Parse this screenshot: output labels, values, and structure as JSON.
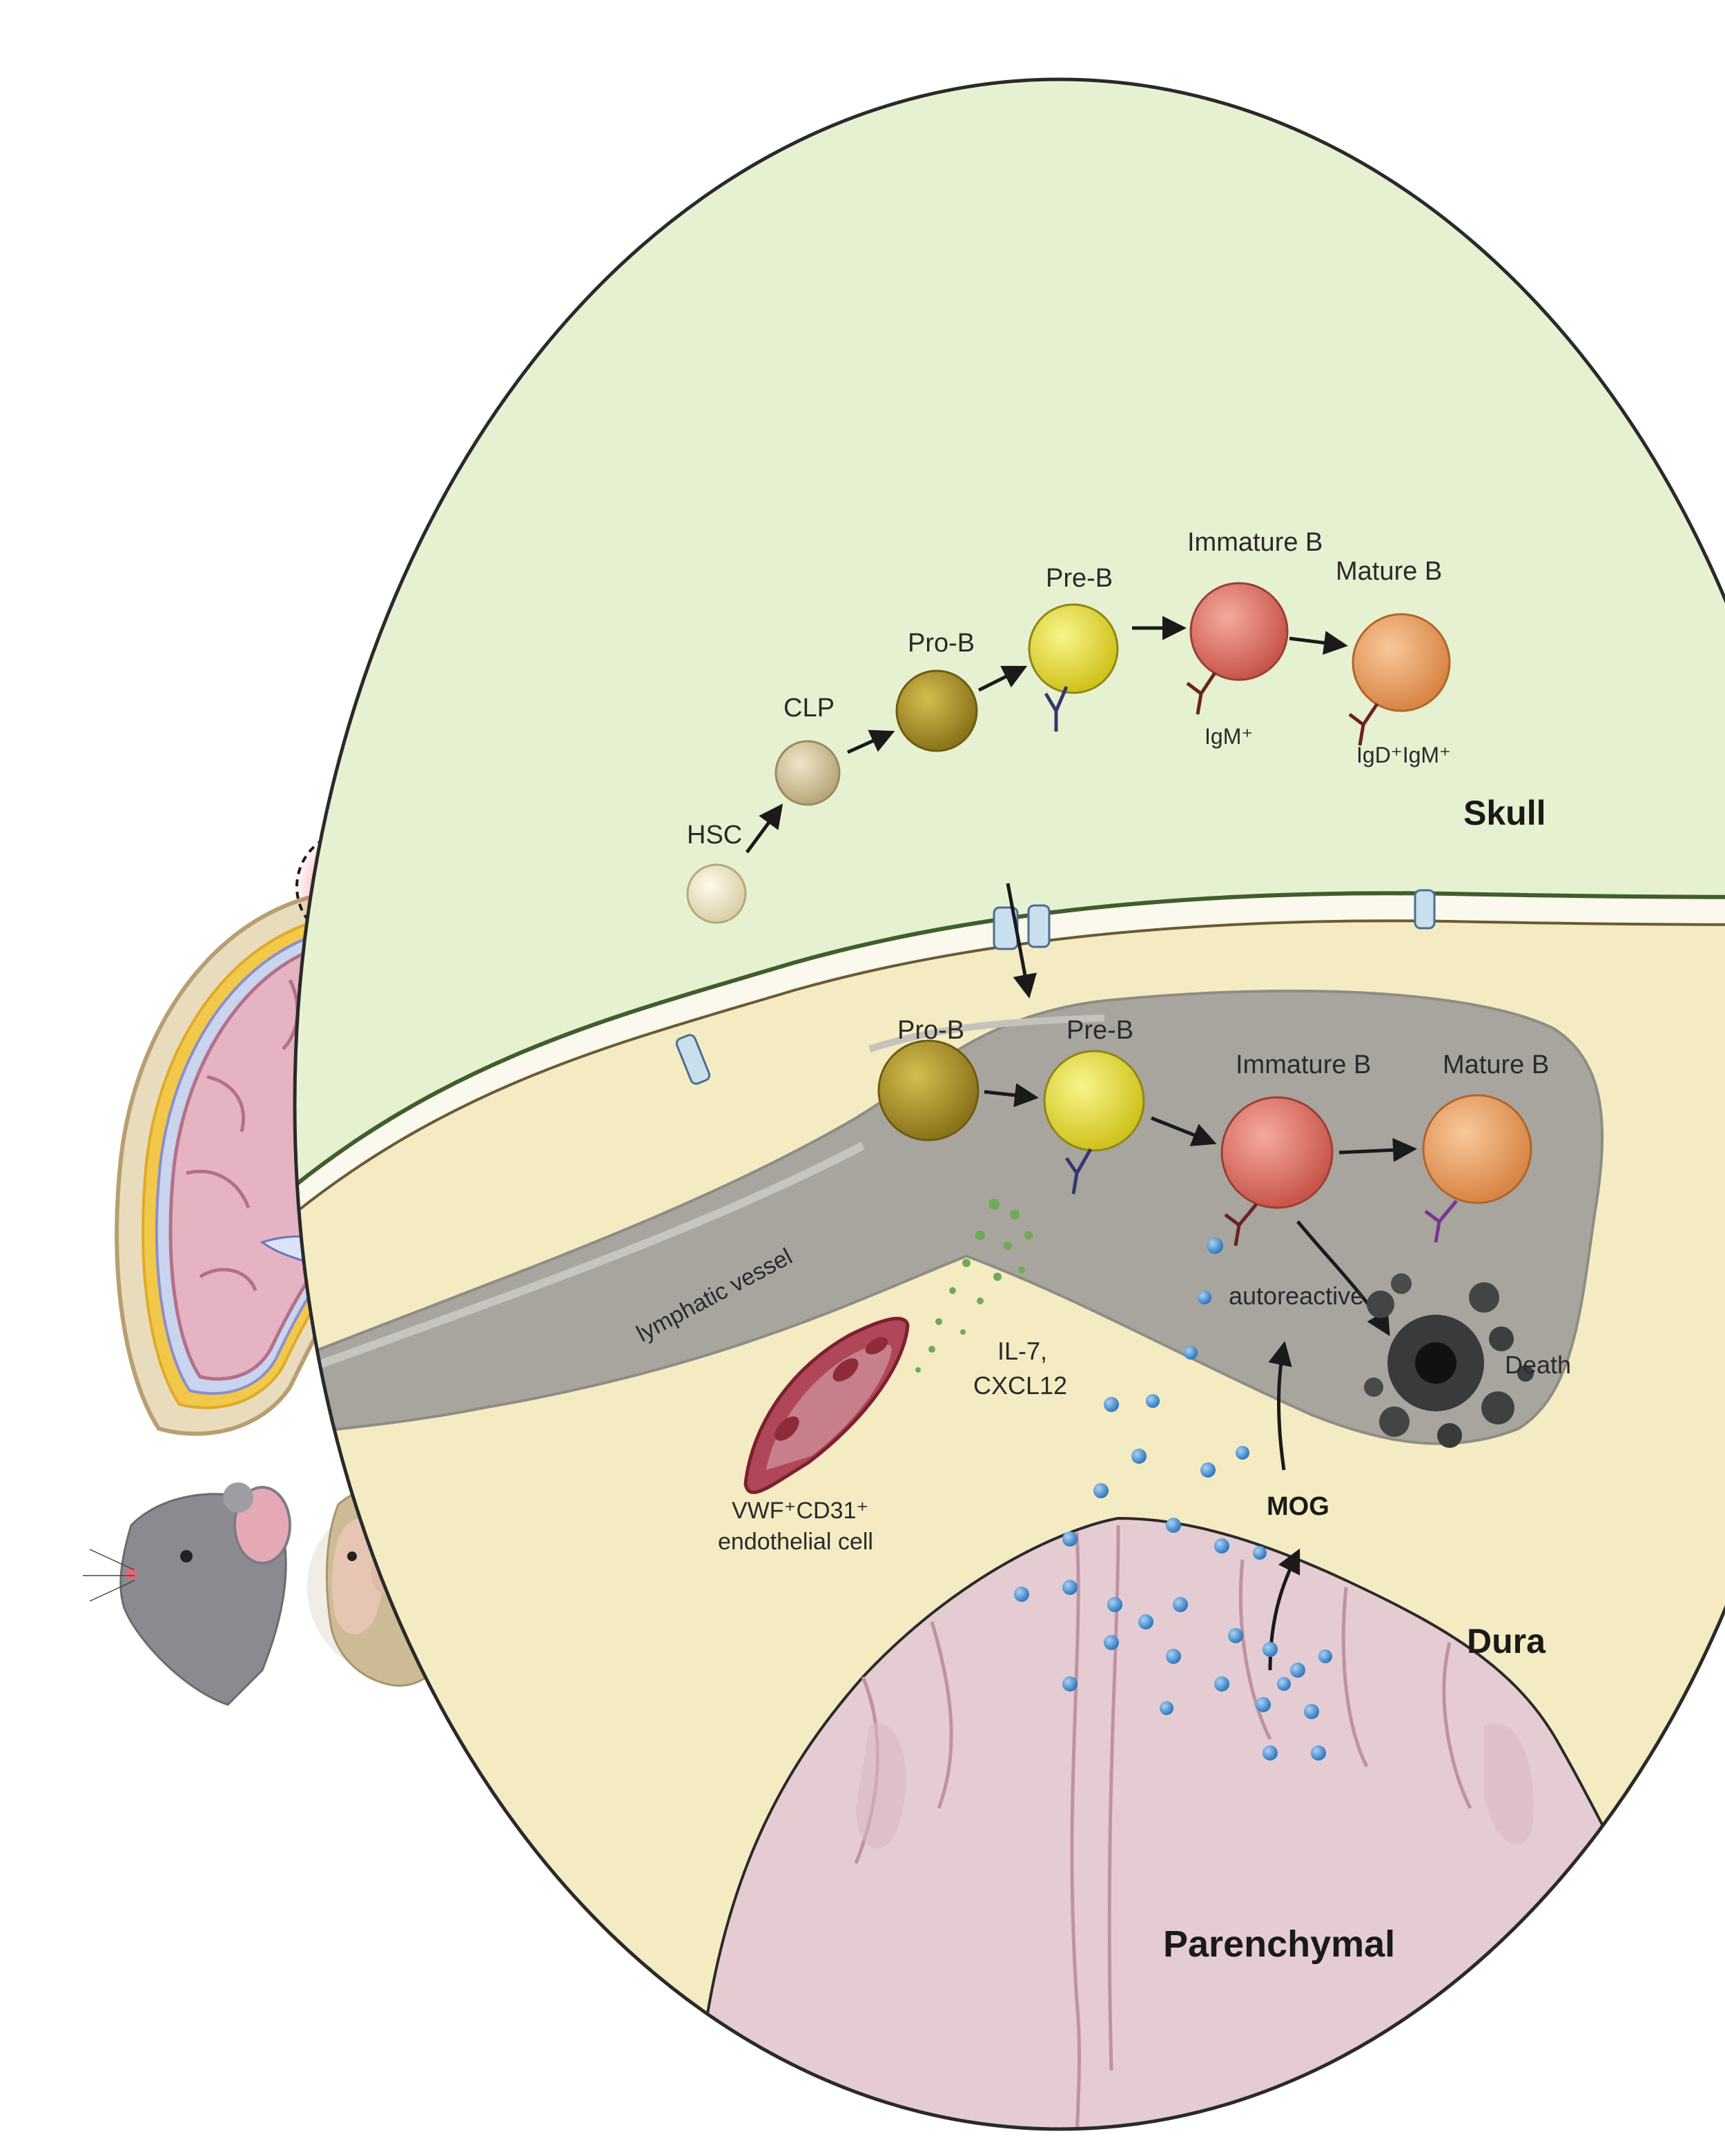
{
  "labels": {
    "skull": "Skull",
    "dura": "Dura",
    "parenchymal": "Parenchymal",
    "hsc": "HSC",
    "clp": "CLP",
    "skull_pro_b": "Pro-B",
    "skull_pre_b": "Pre-B",
    "skull_immature_b": "Immature B",
    "skull_mature_b": "Mature B",
    "igm": "IgM⁺",
    "igd_igm": "IgD⁺IgM⁺",
    "dura_pro_b": "Pro-B",
    "dura_pre_b": "Pre-B",
    "dura_immature_b": "Immature B",
    "dura_mature_b": "Mature B",
    "lymphatic_vessel": "lymphatic vessel",
    "autoreactive": "autoreactive",
    "death": "Death",
    "il7": "IL-7,",
    "cxcl12": "CXCL12",
    "vwf": "VWF⁺CD31⁺",
    "endothelial": "endothelial cell",
    "mog": "MOG"
  },
  "colors": {
    "skull_bg": "#e8f2d6",
    "dura_bg": "#f6edc6",
    "parenchyma": "#e5cfd5",
    "vessel": "#a9a8a1",
    "hsc": "#ece3c6",
    "clp": "#d6c9a4",
    "pro_b": "#b29a2c",
    "pre_b": "#e6e033",
    "immature_b": "#e07a6c",
    "mature_b": "#eda76b",
    "mog": "#4b90d0",
    "endothelial": "#9b3040"
  },
  "icons": [
    "mouse-icon",
    "monkey-icon",
    "brain-coronal-icon",
    "antibody-icon",
    "dead-cell-icon"
  ]
}
